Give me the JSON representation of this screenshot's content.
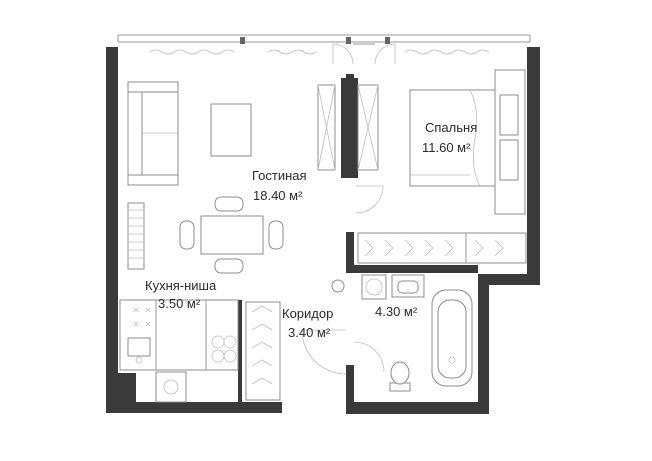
{
  "rooms": {
    "living": {
      "name": "Гостиная",
      "area": "18.40 м²"
    },
    "bedroom": {
      "name": "Спальня",
      "area": "11.60 м²"
    },
    "kitchen": {
      "name": "Кухня-ниша",
      "area": "3.50 м²"
    },
    "corridor": {
      "name": "Коридор",
      "area": "3.40 м²"
    },
    "bathroom": {
      "name": "",
      "area": "4.30 м²"
    }
  },
  "colors": {
    "wall": "#3a3a3a",
    "line": "#9a9a9a",
    "background": "#ffffff"
  }
}
